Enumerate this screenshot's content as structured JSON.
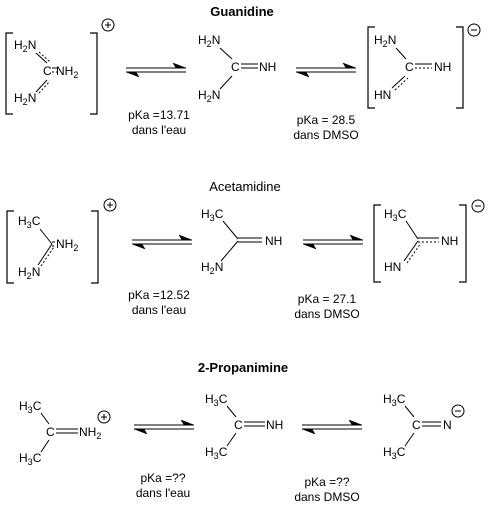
{
  "sections": [
    {
      "title": "Guanidine",
      "pka_left": "pKa =13.71",
      "medium_left": "dans l'eau",
      "pka_right": "pKa = 28.5",
      "medium_right": "dans DMSO"
    },
    {
      "title": "Acetamidine",
      "pka_left": "pKa =12.52",
      "medium_left": "dans l'eau",
      "pka_right": "pKa = 27.1",
      "medium_right": "dans DMSO"
    },
    {
      "title": "2-Propanimine",
      "pka_left": "pKa =??",
      "medium_left": "dans l'eau",
      "pka_right": "pKa =??",
      "medium_right": "dans DMSO"
    }
  ],
  "labels": {
    "H2N": {
      "main": "H",
      "sub": "2",
      "tail": "N"
    },
    "NH2": {
      "main": "NH",
      "sub": "2"
    },
    "H3C": {
      "main": "H",
      "sub": "3",
      "tail": "C"
    },
    "C": "C",
    "NH": "NH",
    "HN": "HN",
    "N": "N",
    "plus": "+",
    "minus": "−"
  },
  "colors": {
    "ink": "#000000",
    "background": "#ffffff"
  }
}
